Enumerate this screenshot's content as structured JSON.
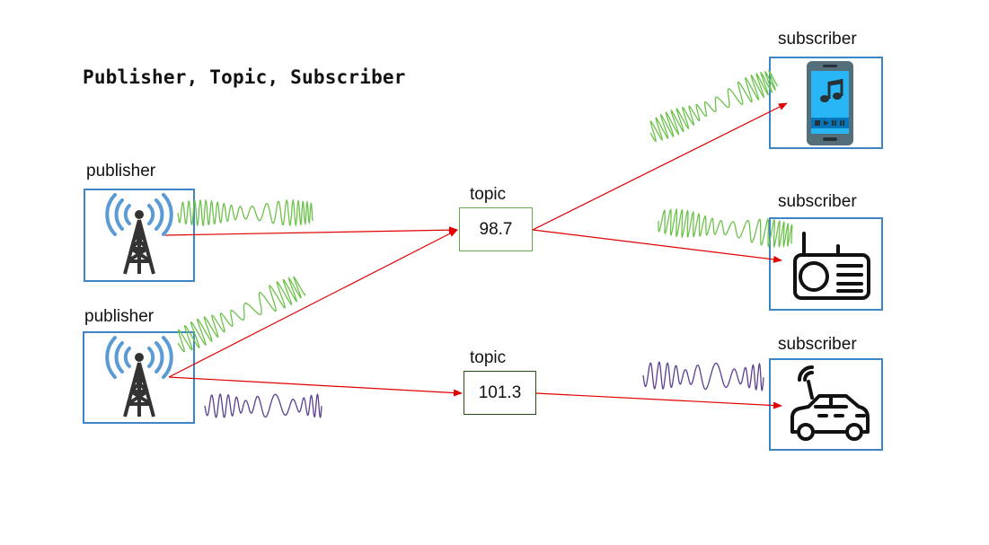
{
  "title": "Publisher, Topic, Subscriber",
  "publishers": [
    {
      "label": "publisher",
      "icon": "radio-tower-icon"
    },
    {
      "label": "publisher",
      "icon": "radio-tower-icon"
    }
  ],
  "topics": [
    {
      "label": "topic",
      "value": "98.7",
      "border_color": "#6aa84f"
    },
    {
      "label": "topic",
      "value": "101.3",
      "border_color": "#274e13"
    }
  ],
  "subscribers": [
    {
      "label": "subscriber",
      "icon": "smartphone-music-icon"
    },
    {
      "label": "subscriber",
      "icon": "radio-icon"
    },
    {
      "label": "subscriber",
      "icon": "connected-car-icon"
    }
  ],
  "colors": {
    "box_border": "#3d85c6",
    "arrow": "#e00000",
    "wave_green": "#6cc24a",
    "wave_purple": "#5b3f8f"
  }
}
